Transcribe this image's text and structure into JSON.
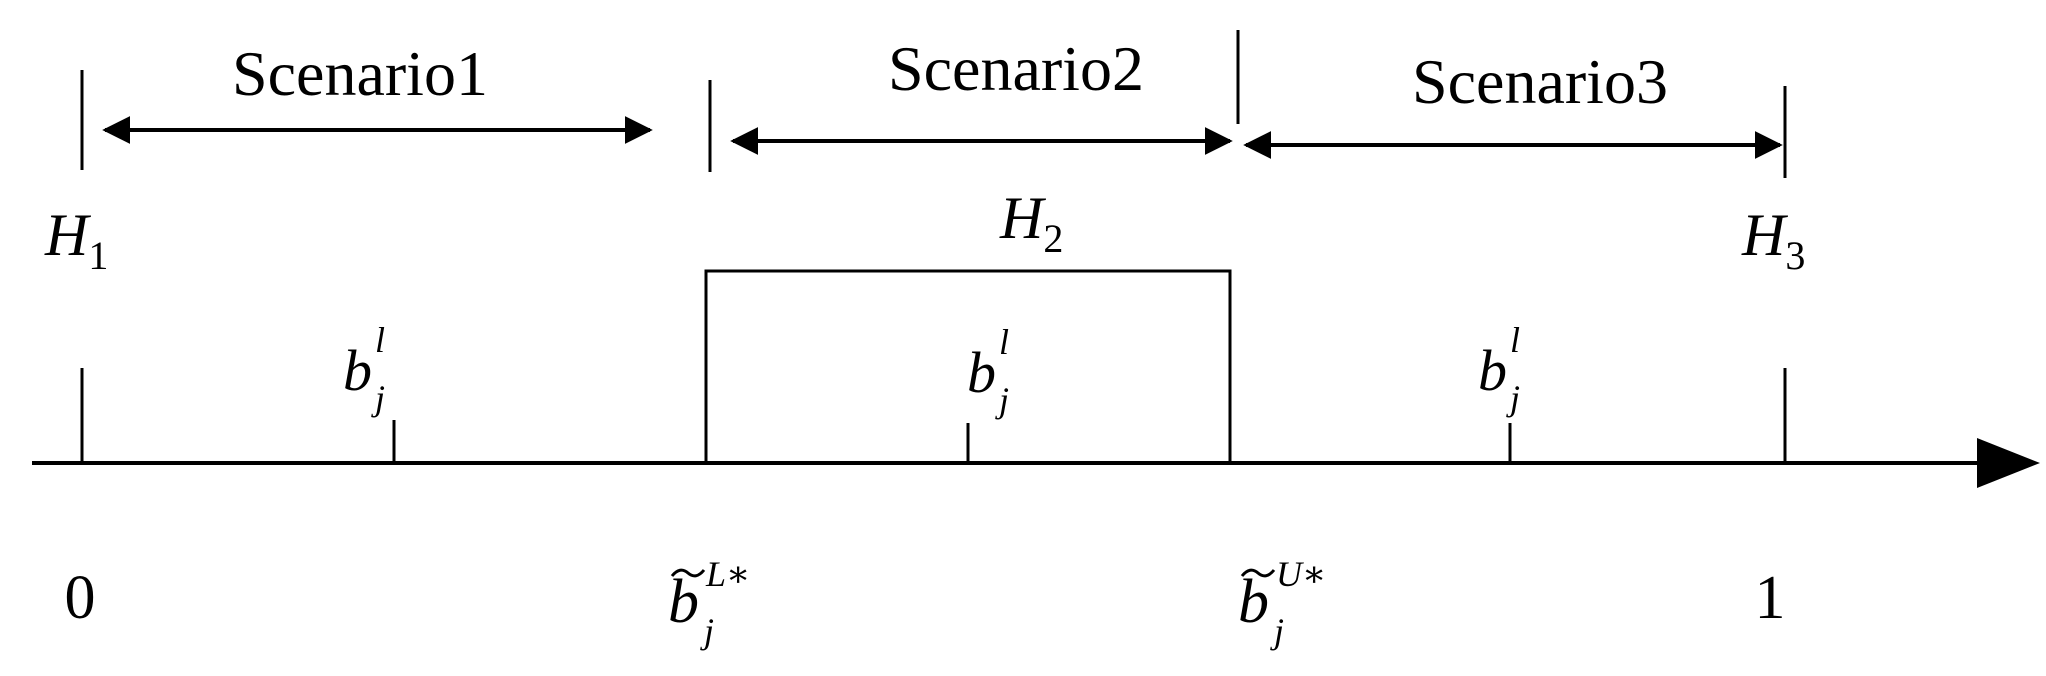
{
  "diagram": {
    "scenarios": [
      {
        "label": "Scenario1"
      },
      {
        "label": "Scenario2"
      },
      {
        "label": "Scenario3"
      }
    ],
    "hypotheses": [
      {
        "base": "H",
        "sub": "1"
      },
      {
        "base": "H",
        "sub": "2"
      },
      {
        "base": "H",
        "sub": "3"
      }
    ],
    "b_points": [
      {
        "base": "b",
        "sup": "l",
        "sub": "j"
      },
      {
        "base": "b",
        "sup": "l",
        "sub": "j"
      },
      {
        "base": "b",
        "sup": "l",
        "sub": "j"
      }
    ],
    "axis_labels": {
      "zero": "0",
      "lower": {
        "base": "b",
        "sup": "L∗",
        "sub": "j"
      },
      "upper": {
        "base": "b",
        "sup": "U∗",
        "sub": "j"
      },
      "one": "1"
    }
  }
}
